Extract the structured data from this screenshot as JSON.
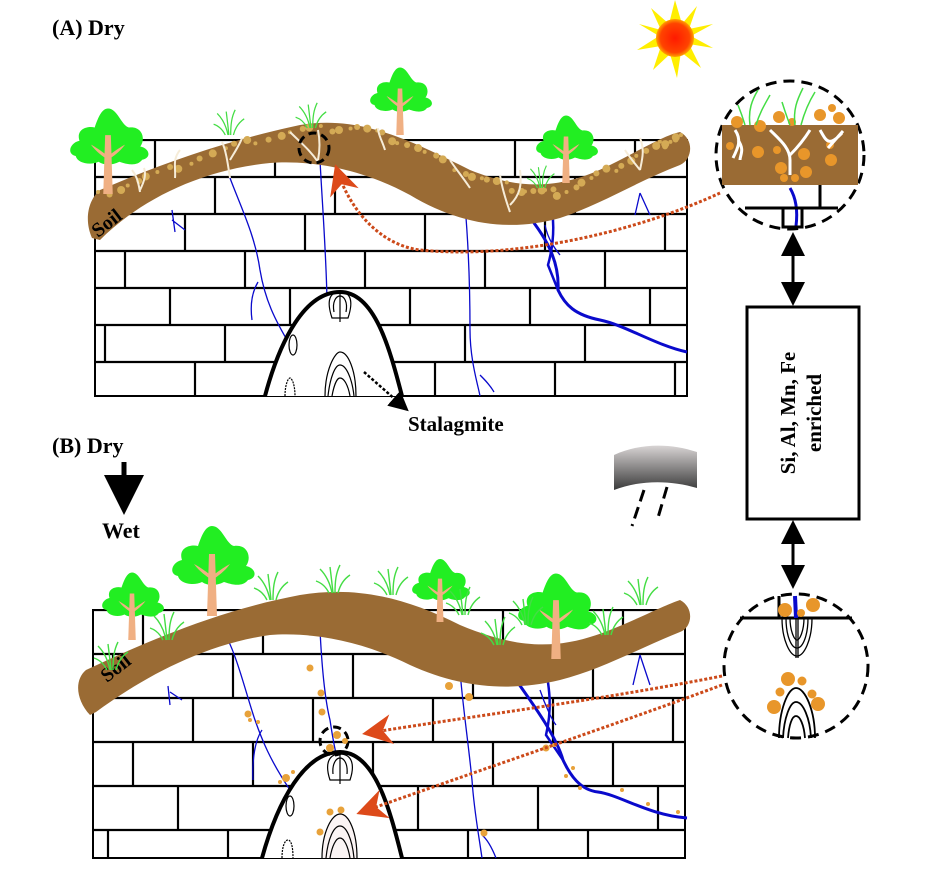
{
  "panels": {
    "a": {
      "title": "(A) Dry",
      "soil_label": "Soil",
      "stalagmite_label": "Stalagmite"
    },
    "b": {
      "title": "(B) Dry",
      "transition_label": "Wet",
      "soil_label": "Soil"
    }
  },
  "enrichment_box": {
    "line1": "Si, Al, Mn, Fe",
    "line2": "enriched"
  },
  "icons": {
    "weather_a": "sun-icon",
    "weather_b": "rain-cloud-icon"
  },
  "colors": {
    "soil": "#9a6b34",
    "foliage": "#22ee22",
    "trunk": "#f0b083",
    "grass": "#44dd44",
    "water_vein": "#0a0acc",
    "particles": "#e8a23a",
    "soil_nodules": "#d4aa55",
    "path_arrow": "#cc4a1a",
    "sun_rays": "#ffee00",
    "sun_core": "#ff1a00"
  }
}
